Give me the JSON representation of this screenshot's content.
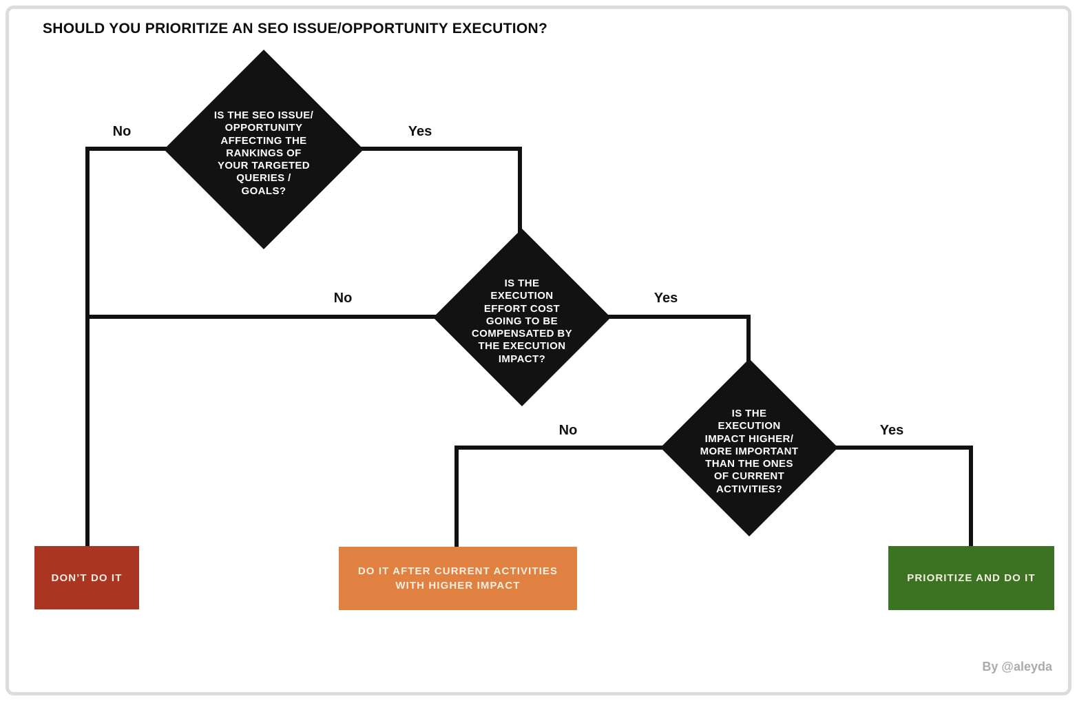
{
  "page": {
    "title": "SHOULD YOU PRIORITIZE AN SEO ISSUE/OPPORTUNITY EXECUTION?",
    "credit": "By @aleyda"
  },
  "colors": {
    "diamond_fill": "#121212",
    "connector_line": "#111111",
    "outcome_dont": "#A93522",
    "outcome_after": "#E08142",
    "outcome_prioritize": "#3B7322",
    "frame_border": "#DCDCDC",
    "credit_text": "#ABABAB"
  },
  "decisions": [
    {
      "id": "rankings",
      "question": "IS THE SEO ISSUE/\nOPPORTUNITY\nAFFECTING THE\nRANKINGS OF\nYOUR TARGETED\nQUERIES /\nGOALS?",
      "no_label": "No",
      "yes_label": "Yes"
    },
    {
      "id": "effort-cost",
      "question": "IS THE\nEXECUTION\nEFFORT COST\nGOING TO BE\nCOMPENSATED BY\nTHE EXECUTION\nIMPACT?",
      "no_label": "No",
      "yes_label": "Yes"
    },
    {
      "id": "impact-higher",
      "question": "IS THE\nEXECUTION\nIMPACT HIGHER/\nMORE IMPORTANT\nTHAN THE ONES\nOF CURRENT\nACTIVITIES?",
      "no_label": "No",
      "yes_label": "Yes"
    }
  ],
  "outcomes": [
    {
      "id": "dont-do-it",
      "label": "DON’T DO IT",
      "color": "#A93522"
    },
    {
      "id": "do-it-after",
      "label": "DO IT AFTER CURRENT ACTIVITIES\nWITH HIGHER IMPACT",
      "color": "#E08142"
    },
    {
      "id": "prioritize-and-do-it",
      "label": "PRIORITIZE AND DO IT",
      "color": "#3B7322"
    }
  ]
}
